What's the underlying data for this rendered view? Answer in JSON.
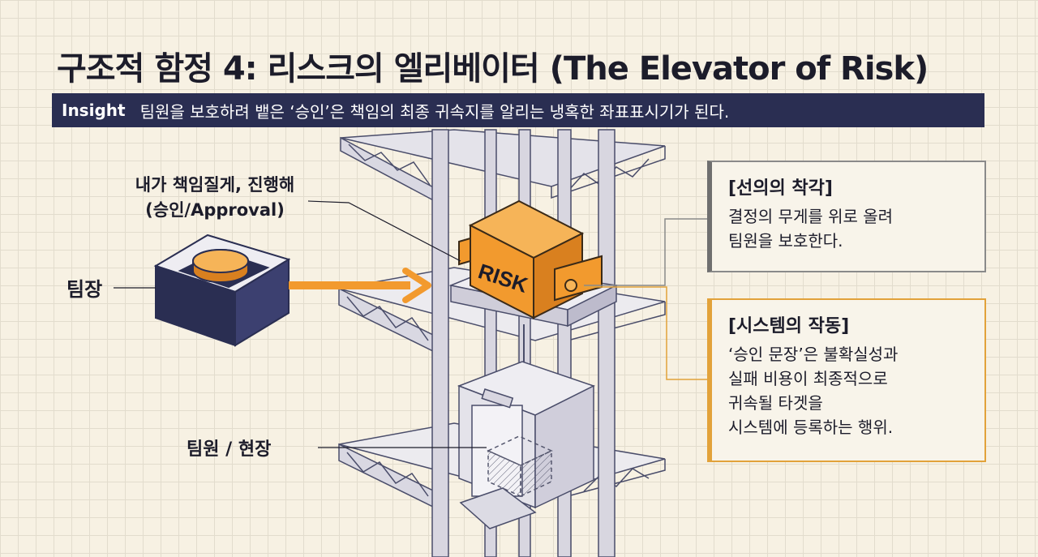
{
  "title": "구조적 함정 4: 리스크의 엘리베이터 (The Elevator of Risk)",
  "insight": {
    "tag": "Insight",
    "text": "팀원을 보호하려 뱉은 ‘승인’은 책임의 최종 귀속지를 알리는 냉혹한 좌표표시기가 된다."
  },
  "labels": {
    "approval": "내가 책임질게, 진행해\n(승인/Approval)",
    "leader": "팀장",
    "team": "팀원 / 현장",
    "risk_box": "RISK"
  },
  "callouts": {
    "illusion": {
      "heading": "[선의의 착각]",
      "body": "결정의 무게를 위로 올려\n팀원을 보호한다."
    },
    "system": {
      "heading": "[시스템의 작동]",
      "body": "‘승인 문장’은 불확실성과\n실패 비용이 최종적으로\n귀속될 타겟을\n시스템에 등록하는 행위."
    }
  },
  "colors": {
    "navy": "#2a2e52",
    "orange": "#f29a2e",
    "callout_orange": "#e2a23a",
    "grey": "#8a8a8a"
  }
}
